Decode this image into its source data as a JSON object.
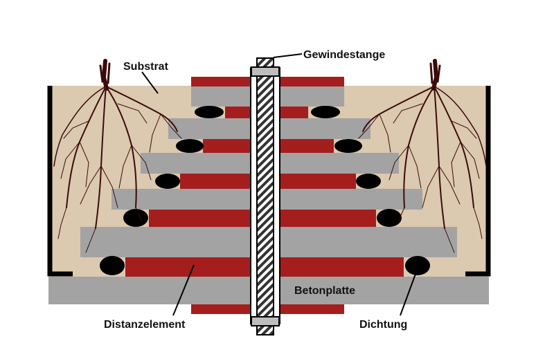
{
  "labels": {
    "substrat": "Substrat",
    "gewindestange": "Gewindestange",
    "betonplatte": "Betonplatte",
    "distanzelement": "Distanzelement",
    "dichtung": "Dichtung"
  },
  "colors": {
    "substrate": "#dbc9b0",
    "concrete": "#a3a3a3",
    "spacer": "#a51e1e",
    "seal": "#000000",
    "root": "#3b0a0a",
    "wall": "#000000",
    "rod_stripe": "#333333",
    "nut": "#bdbdbd"
  }
}
